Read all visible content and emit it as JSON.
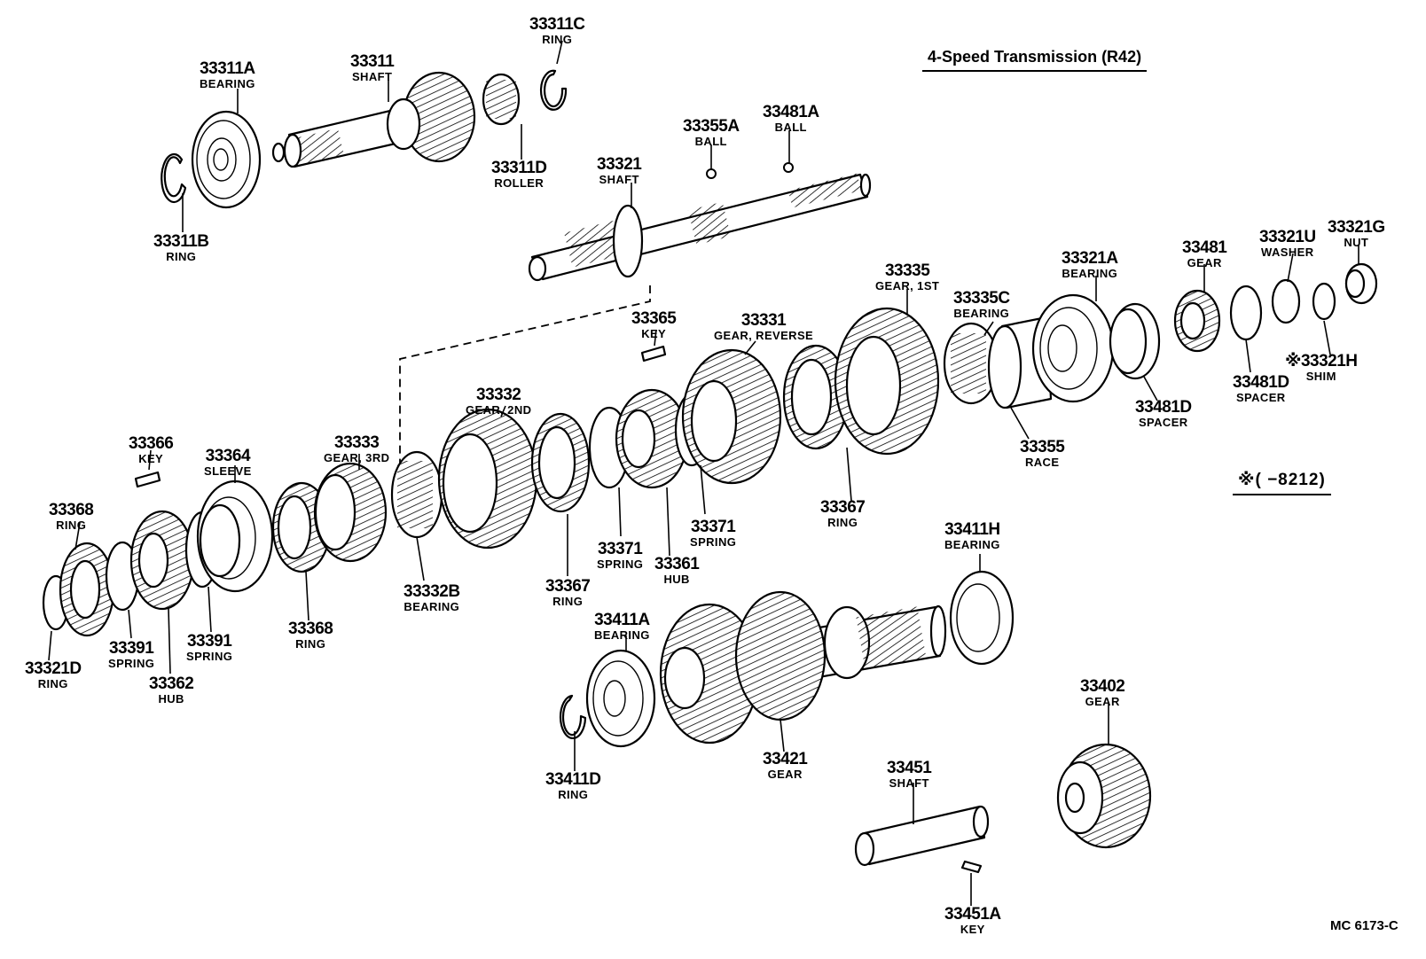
{
  "header": {
    "title": "4-Speed Transmission (R42)",
    "note": "※(      −8212)",
    "figure_code": "MC 6173-C"
  },
  "callouts": {
    "p33311A": {
      "num": "33311A",
      "name": "BEARING"
    },
    "p33311": {
      "num": "33311",
      "name": "SHAFT"
    },
    "p33311C": {
      "num": "33311C",
      "name": "RING"
    },
    "p33311D": {
      "num": "33311D",
      "name": "ROLLER"
    },
    "p33311B": {
      "num": "33311B",
      "name": "RING"
    },
    "p33321": {
      "num": "33321",
      "name": "SHAFT"
    },
    "p33355A": {
      "num": "33355A",
      "name": "BALL"
    },
    "p33481A": {
      "num": "33481A",
      "name": "BALL"
    },
    "p33335": {
      "num": "33335",
      "name": "GEAR, 1ST"
    },
    "p33335C": {
      "num": "33335C",
      "name": "BEARING"
    },
    "p33321A": {
      "num": "33321A",
      "name": "BEARING"
    },
    "p33481": {
      "num": "33481",
      "name": "GEAR"
    },
    "p33321U": {
      "num": "33321U",
      "name": "WASHER"
    },
    "p33321G": {
      "num": "33321G",
      "name": "NUT"
    },
    "p33321H": {
      "num": "※33321H",
      "name": "SHIM"
    },
    "p33481D_a": {
      "num": "33481D",
      "name": "SPACER"
    },
    "p33481D_b": {
      "num": "33481D",
      "name": "SPACER"
    },
    "p33365": {
      "num": "33365",
      "name": "KEY"
    },
    "p33331": {
      "num": "33331",
      "name": "GEAR, REVERSE"
    },
    "p33355": {
      "num": "33355",
      "name": "RACE"
    },
    "p33332": {
      "num": "33332",
      "name": "GEAR, 2ND"
    },
    "p33333": {
      "num": "33333",
      "name": "GEAR, 3RD"
    },
    "p33366": {
      "num": "33366",
      "name": "KEY"
    },
    "p33364": {
      "num": "33364",
      "name": "SLEEVE"
    },
    "p33368_a": {
      "num": "33368",
      "name": "RING"
    },
    "p33368_b": {
      "num": "33368",
      "name": "RING"
    },
    "p33367_a": {
      "num": "33367",
      "name": "RING"
    },
    "p33367_b": {
      "num": "33367",
      "name": "RING"
    },
    "p33371_a": {
      "num": "33371",
      "name": "SPRING"
    },
    "p33371_b": {
      "num": "33371",
      "name": "SPRING"
    },
    "p33361": {
      "num": "33361",
      "name": "HUB"
    },
    "p33332B": {
      "num": "33332B",
      "name": "BEARING"
    },
    "p33391_a": {
      "num": "33391",
      "name": "SPRING"
    },
    "p33391_b": {
      "num": "33391",
      "name": "SPRING"
    },
    "p33362": {
      "num": "33362",
      "name": "HUB"
    },
    "p33321D": {
      "num": "33321D",
      "name": "RING"
    },
    "p33411H": {
      "num": "33411H",
      "name": "BEARING"
    },
    "p33411A": {
      "num": "33411A",
      "name": "BEARING"
    },
    "p33411D": {
      "num": "33411D",
      "name": "RING"
    },
    "p33421": {
      "num": "33421",
      "name": "GEAR"
    },
    "p33402": {
      "num": "33402",
      "name": "GEAR"
    },
    "p33451": {
      "num": "33451",
      "name": "SHAFT"
    },
    "p33451A": {
      "num": "33451A",
      "name": "KEY"
    }
  }
}
